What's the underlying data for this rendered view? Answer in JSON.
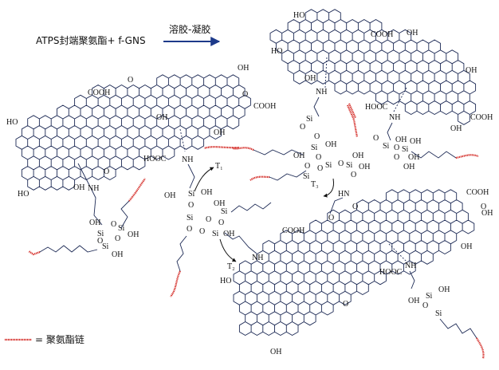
{
  "reaction": {
    "reactants": "ATPS封端聚氨酯+ f-GNS",
    "condition": "溶胶-凝胶"
  },
  "legend": {
    "label": "= 聚氨酯链"
  },
  "groups": {
    "oh": "OH",
    "ho": "HO",
    "cooh": "COOH",
    "hooc": "HOOC",
    "o": "O",
    "nh": "NH",
    "hn": "HN",
    "si": "Si",
    "t1": "T₁",
    "t2": "T₂",
    "t3": "T₃"
  },
  "colors": {
    "lattice": "#1d2a55",
    "polyurethane_chain": "#d2221d",
    "arrow": "#1d3a8a"
  }
}
